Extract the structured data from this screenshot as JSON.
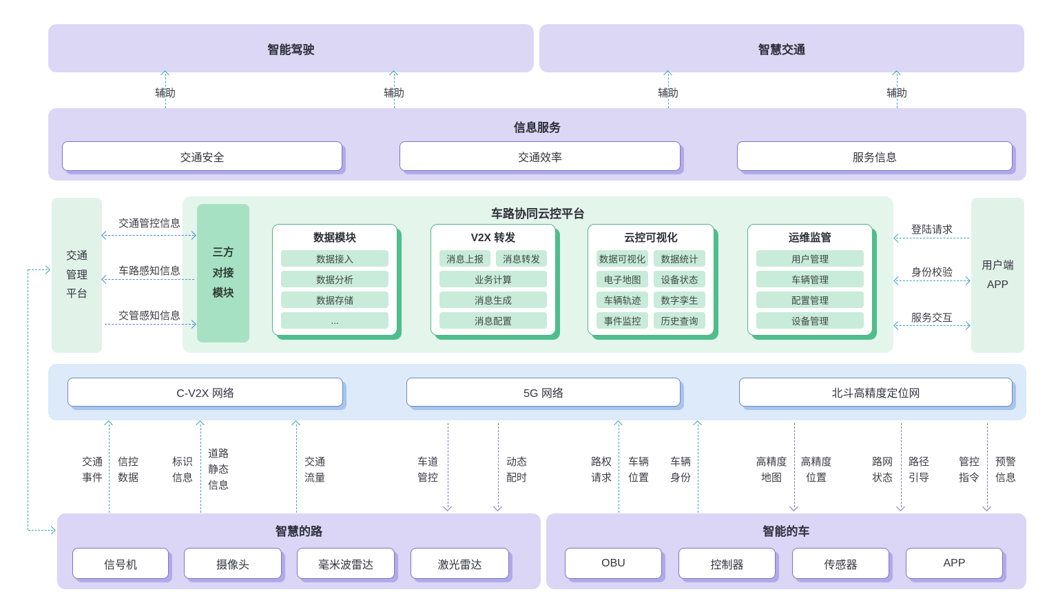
{
  "top": {
    "intelligent_driving": "智能驾驶",
    "smart_transport": "智慧交通",
    "assist": [
      "辅助",
      "辅助",
      "辅助",
      "辅助"
    ]
  },
  "info_service": {
    "title": "信息服务",
    "items": [
      "交通安全",
      "交通效率",
      "服务信息"
    ]
  },
  "platform": {
    "title": "车路协同云控平台",
    "traffic_mgmt_platform": "交通\n管理\n平台",
    "third_party_module": "三方\n对接\n模块",
    "user_app": "用户端\nAPP",
    "left_flows": [
      "交通管控信息",
      "车路感知信息",
      "交管感知信息"
    ],
    "right_flows": [
      "登陆请求",
      "身份校验",
      "服务交互"
    ],
    "modules": [
      {
        "title": "数据模块",
        "rows": [
          [
            "数据接入"
          ],
          [
            "数据分析"
          ],
          [
            "数据存储"
          ],
          [
            "..."
          ]
        ]
      },
      {
        "title": "V2X 转发",
        "rows": [
          [
            "消息上报",
            "消息转发"
          ],
          [
            "业务计算"
          ],
          [
            "消息生成"
          ],
          [
            "消息配置"
          ]
        ]
      },
      {
        "title": "云控可视化",
        "rows": [
          [
            "数据可视化",
            "数据统计"
          ],
          [
            "电子地图",
            "设备状态"
          ],
          [
            "车辆轨迹",
            "数字孪生"
          ],
          [
            "事件监控",
            "历史查询"
          ]
        ]
      },
      {
        "title": "运维监管",
        "rows": [
          [
            "用户管理"
          ],
          [
            "车辆管理"
          ],
          [
            "配置管理"
          ],
          [
            "设备管理"
          ]
        ]
      }
    ]
  },
  "networks": [
    "C-V2X 网络",
    "5G 网络",
    "北斗高精度定位网"
  ],
  "exchange_labels": {
    "road_up": [
      "交通\n事件",
      "信控\n数据",
      "标识\n信息",
      "道路\n静态\n信息",
      "交通\n流量"
    ],
    "road_down": [
      "车道\n管控",
      "动态\n配时"
    ],
    "vehicle_up": [
      "路权\n请求",
      "车辆\n位置",
      "车辆\n身份"
    ],
    "vehicle_down": [
      "高精度\n地图",
      "高精度\n位置",
      "路网\n状态",
      "路径\n引导",
      "管控\n指令",
      "预警\n信息"
    ]
  },
  "smart_road": {
    "title": "智慧的路",
    "devices": [
      "信号机",
      "摄像头",
      "毫米波雷达",
      "激光雷达"
    ]
  },
  "smart_vehicle": {
    "title": "智能的车",
    "devices": [
      "OBU",
      "控制器",
      "传感器",
      "APP"
    ]
  },
  "colors": {
    "purple_band": "#dcd7f5",
    "purple_border": "#7d73c8",
    "green_band": "#e4f5ec",
    "green_block": "#a7e1c4",
    "card_border": "#52b586",
    "pill_bg": "#c9ebda",
    "blue_band": "#dceaf9",
    "teal_arrow": "#3ba2bc",
    "blue_arrow": "#4c85d8",
    "purple_arrow": "#7a73c8"
  }
}
